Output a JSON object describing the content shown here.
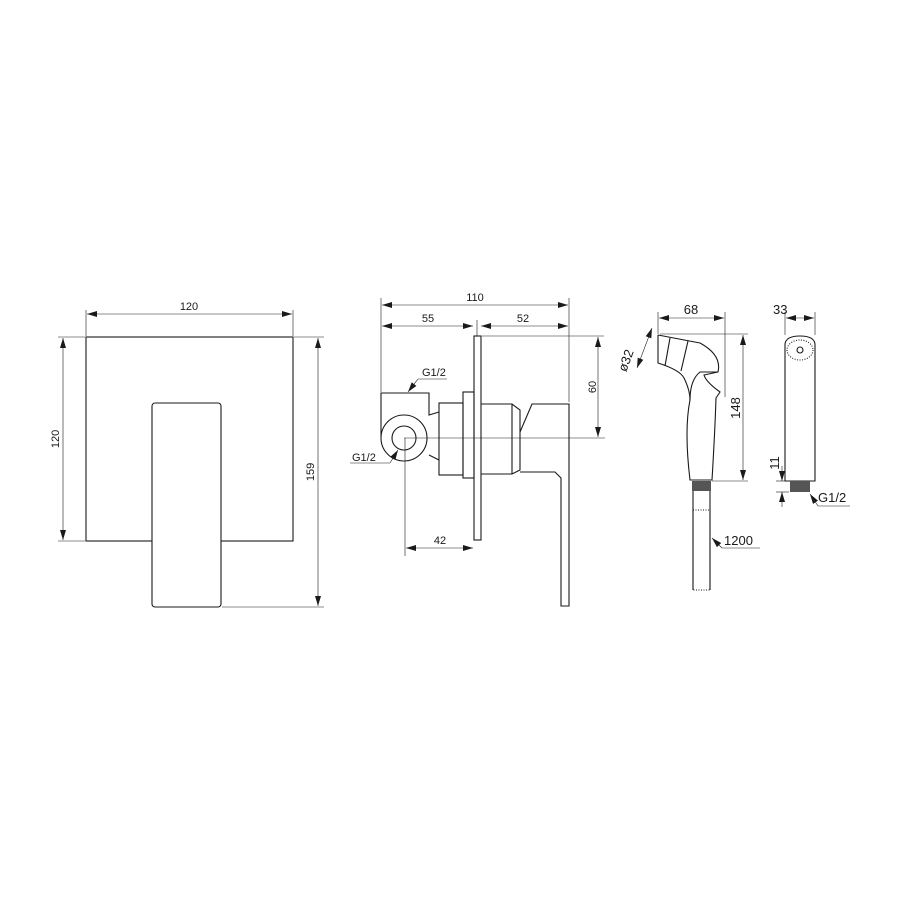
{
  "front_view": {
    "width_label": "120",
    "height_label": "120",
    "total_height_label": "159"
  },
  "side_view": {
    "overall_label": "110",
    "left_depth_label": "55",
    "right_depth_label": "52",
    "center_height_label": "60",
    "outlet_offset_label": "42",
    "inlet_thread_top_label": "G1/2",
    "inlet_thread_side_label": "G1/2"
  },
  "handshower_side": {
    "width_label": "68",
    "head_diameter_label": "ø32",
    "height_label": "148",
    "hose_length_label": "1200"
  },
  "handshower_front": {
    "width_label": "33",
    "thread_length_label": "11",
    "thread_label": "G1/2"
  }
}
